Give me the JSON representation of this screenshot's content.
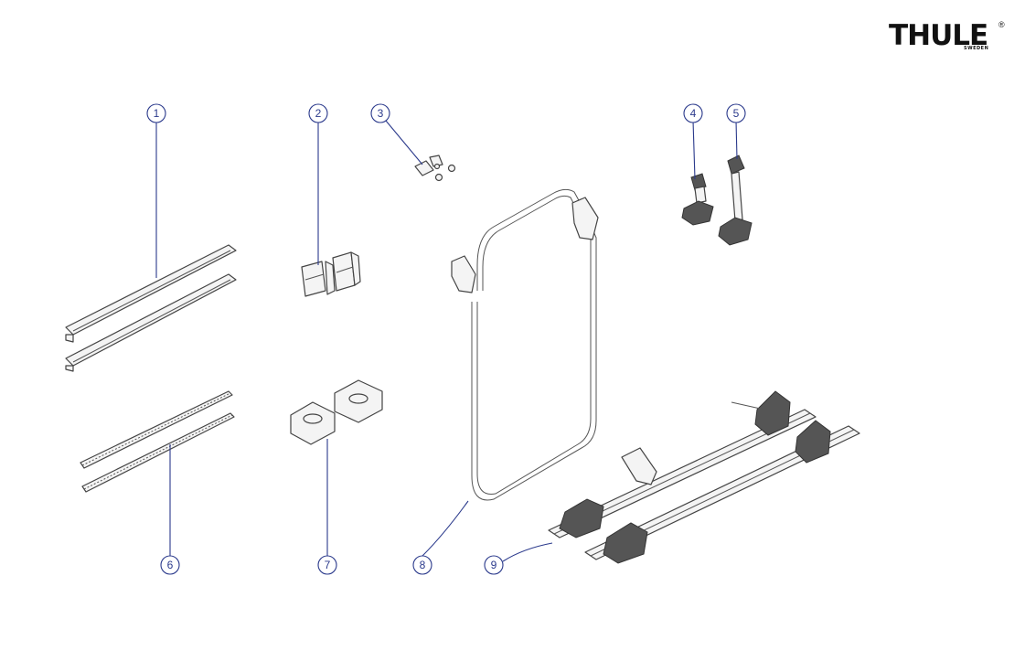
{
  "brand": {
    "name": "THULE",
    "sub": "SWEDEN",
    "mark": "®"
  },
  "callouts": [
    {
      "label": "1"
    },
    {
      "label": "2"
    },
    {
      "label": "3"
    },
    {
      "label": "4"
    },
    {
      "label": "5"
    },
    {
      "label": "6"
    },
    {
      "label": "7"
    },
    {
      "label": "8"
    },
    {
      "label": "9"
    }
  ],
  "colors": {
    "callout": "#2b3a8c",
    "linework": "#444444",
    "brand": "#111111"
  }
}
